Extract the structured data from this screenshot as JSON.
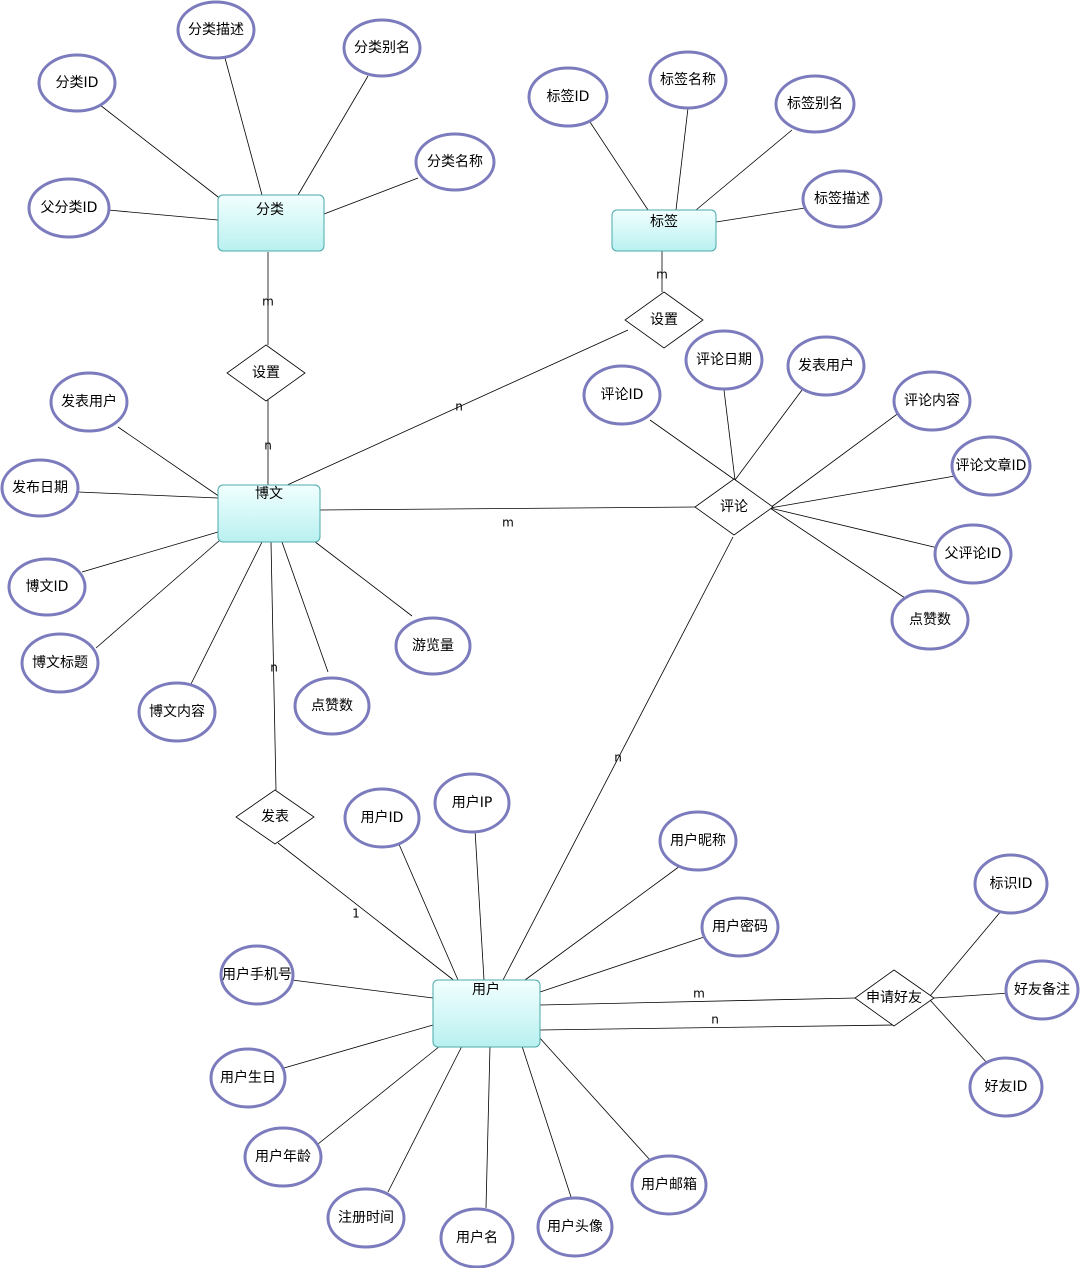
{
  "entities": {
    "category": "分类",
    "tag": "标签",
    "post": "博文",
    "user": "用户"
  },
  "relationships": {
    "set_category": "设置",
    "set_tag": "设置",
    "comment": "评论",
    "publish": "发表",
    "friend_request": "申请好友"
  },
  "attributes": {
    "category": [
      "分类ID",
      "分类描述",
      "分类别名",
      "分类名称",
      "父分类ID"
    ],
    "tag": [
      "标签ID",
      "标签名称",
      "标签别名",
      "标签描述"
    ],
    "post": [
      "发表用户",
      "发布日期",
      "博文ID",
      "博文标题",
      "博文内容",
      "点赞数",
      "游览量"
    ],
    "comment": [
      "评论ID",
      "评论日期",
      "发表用户",
      "评论内容",
      "评论文章ID",
      "父评论ID",
      "点赞数"
    ],
    "user": [
      "用户ID",
      "用户IP",
      "用户昵称",
      "用户密码",
      "用户手机号",
      "用户生日",
      "用户年龄",
      "注册时间",
      "用户名",
      "用户头像",
      "用户邮箱"
    ],
    "friend": [
      "标识ID",
      "好友备注",
      "好友ID"
    ]
  },
  "cardinalities": {
    "category_set": "m",
    "set_post_category": "n",
    "tag_set": "m",
    "set_post_tag": "n",
    "post_comment": "m",
    "comment_user": "n",
    "post_publish": "n",
    "publish_user": "1",
    "user_friend_top": "m",
    "user_friend_bottom": "n"
  }
}
